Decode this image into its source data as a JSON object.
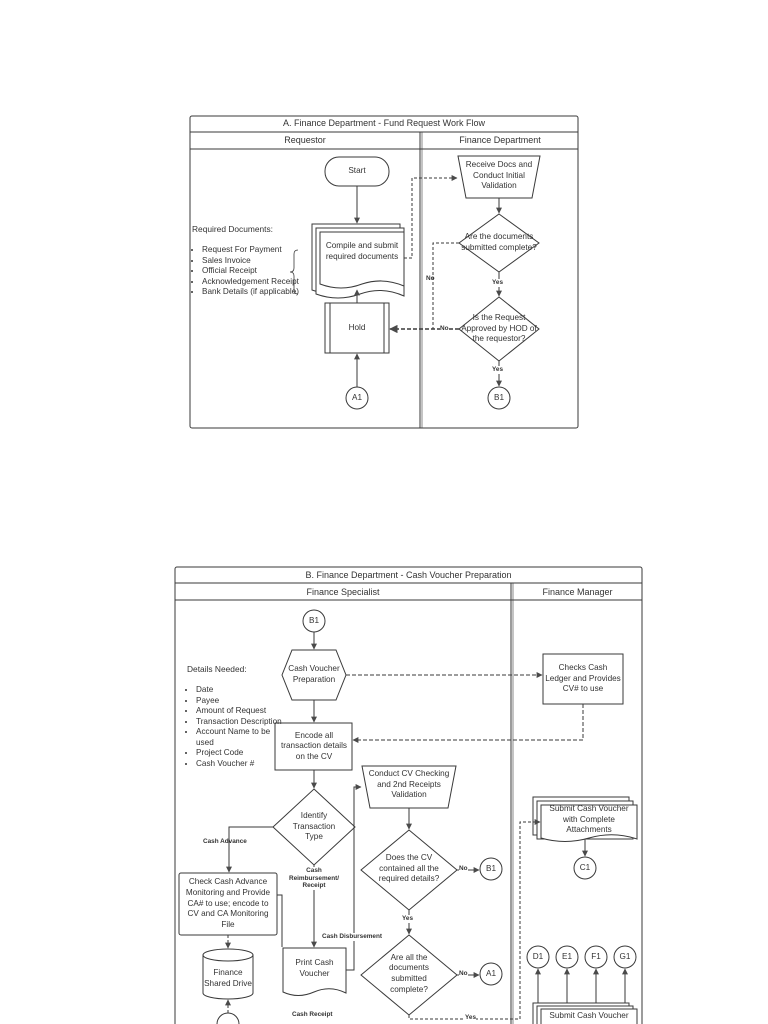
{
  "flowA": {
    "title": "A. Finance Department - Fund Request Work Flow",
    "lane_left": "Requestor",
    "lane_right": "Finance Department",
    "start": "Start",
    "compile": "Compile and submit required documents",
    "receive": "Receive Docs and Conduct Initial Validation",
    "decision_complete": "Are the documents submitted complete?",
    "decision_hod": "Is the Request Approved by HOD of the requestor?",
    "hold": "Hold",
    "connector_a1": "A1",
    "connector_b1": "B1",
    "label_no_1": "No",
    "label_no_2": "No",
    "label_yes_1": "Yes",
    "label_yes_2": "Yes",
    "required_docs_title": "Required Documents:",
    "required_docs": [
      "Request For Payment",
      "Sales Invoice",
      "Official Receipt",
      "Acknowledgement Receipt",
      "Bank Details (if applicable)"
    ]
  },
  "flowB": {
    "title": "B. Finance Department - Cash Voucher Preparation",
    "lane_left": "Finance Specialist",
    "lane_right": "Finance Manager",
    "connector_b1_top": "B1",
    "cv_prep": "Cash Voucher Preparation",
    "checks_ledger": "Checks Cash Ledger and Provides CV# to use",
    "encode": "Encode all transaction details on the CV",
    "conduct_check": "Conduct CV Checking and 2nd Receipts Validation",
    "identify": "Identify Transaction Type",
    "decision_cv": "Does the CV contained all the required details?",
    "decision_docs": "Are all the documents submitted complete?",
    "check_ca": "Check Cash Advance Monitoring and Provide CA# to use; encode to CV and CA Monitoring File",
    "shared_drive": "Finance Shared Drive",
    "print_cv": "Print Cash Voucher",
    "submit_cv_1": "Submit Cash Voucher with Complete Attachments",
    "submit_cv_2": "Submit Cash Voucher",
    "label_cash_advance": "Cash Advance",
    "label_cash_reimb": "Cash Reimbursement/ Receipt",
    "label_cash_disb": "Cash Disbursement",
    "label_cash_receipt": "Cash Receipt",
    "label_no_1": "No",
    "label_no_2": "No",
    "label_yes_1": "Yes",
    "label_yes_2": "Yes",
    "connector_b1_right": "B1",
    "connector_a1": "A1",
    "connector_c1": "C1",
    "connector_d1": "D1",
    "connector_e1": "E1",
    "connector_f1": "F1",
    "connector_g1": "G1",
    "details_title": "Details Needed:",
    "details": [
      "Date",
      "Payee",
      "Amount of Request",
      "Transaction Description",
      "Account Name to be used",
      "Project Code",
      "Cash Voucher #"
    ]
  },
  "colors": {
    "line": "#4a4a4a",
    "border": "#3a3a3a",
    "text": "#333333"
  }
}
